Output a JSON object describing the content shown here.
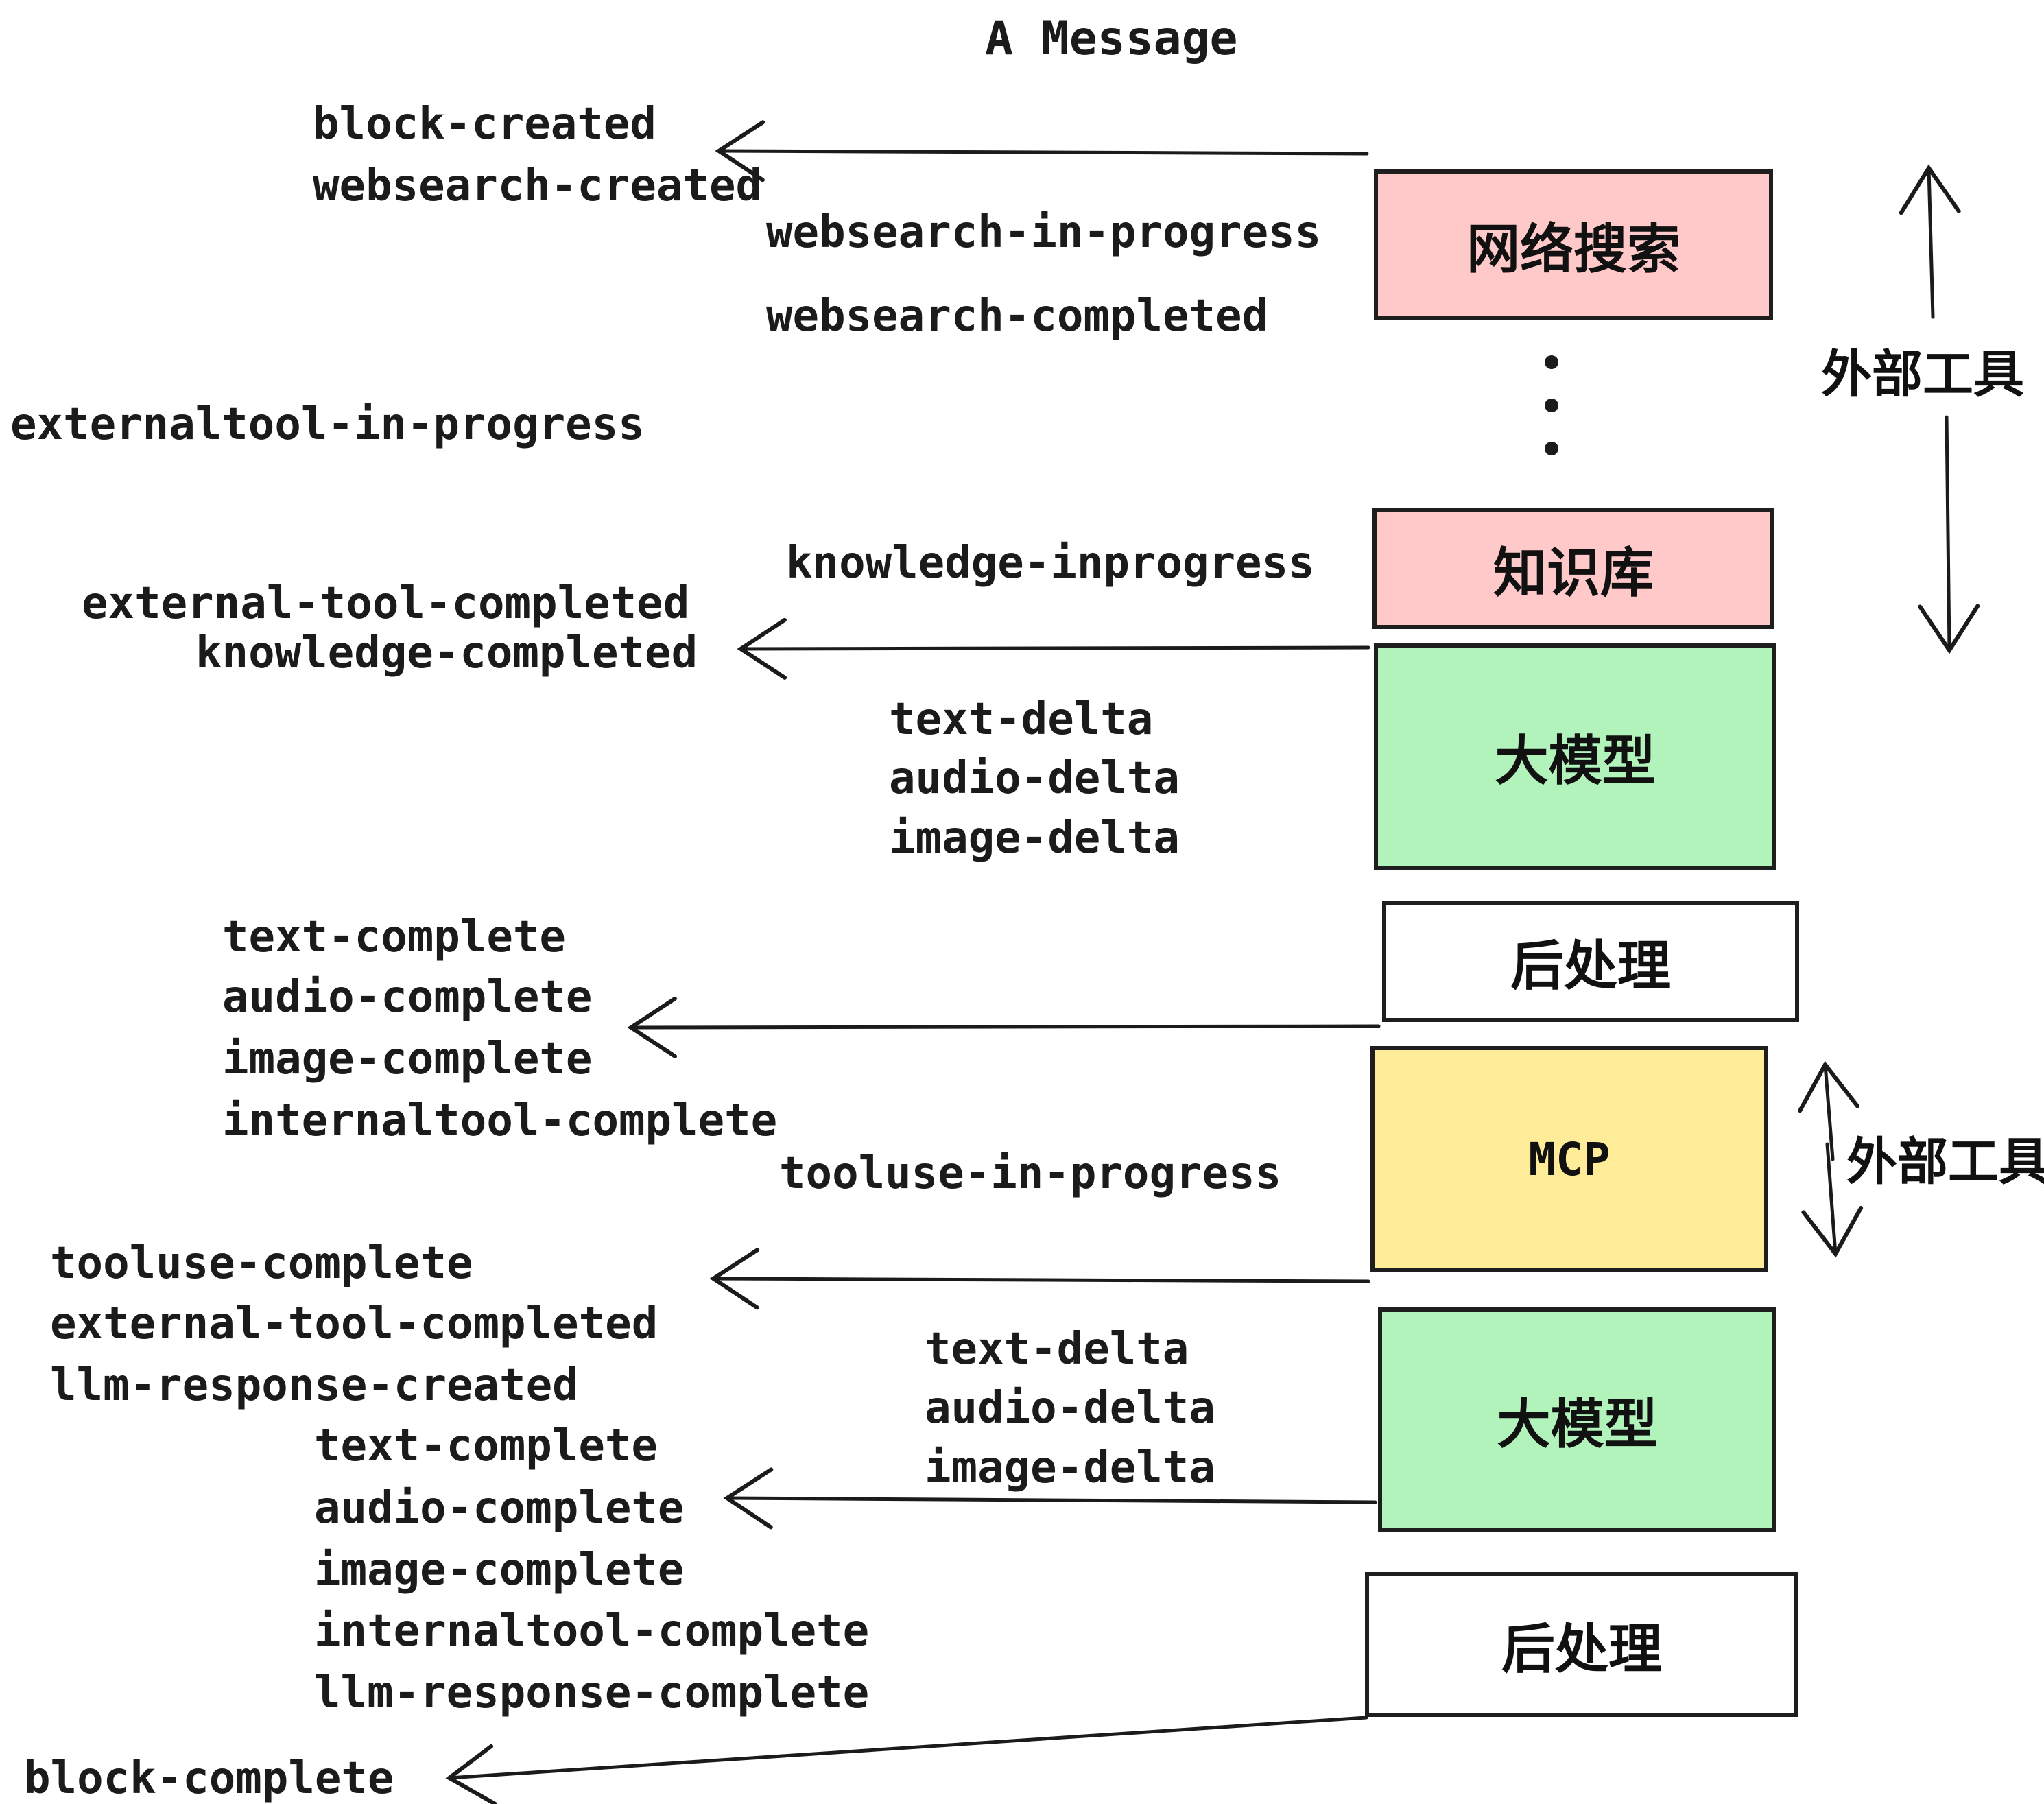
{
  "title": "A Message",
  "boxes": [
    {
      "label": "网络搜索",
      "color": "#ffc9c9"
    },
    {
      "label": "知识库",
      "color": "#ffc9c9"
    },
    {
      "label": "大模型",
      "color": "#b2f2bb"
    },
    {
      "label": "后处理",
      "color": "#ffffff"
    },
    {
      "label": "MCP",
      "color": "#ffec99"
    },
    {
      "label": "大模型",
      "color": "#b2f2bb"
    },
    {
      "label": "后处理",
      "color": "#ffffff"
    }
  ],
  "side_labels": [
    {
      "label": "外部工具"
    },
    {
      "label": "外部工具"
    }
  ],
  "events": [
    {
      "text": "block-created"
    },
    {
      "text": "websearch-created"
    },
    {
      "text": "websearch-in-progress"
    },
    {
      "text": "websearch-completed"
    },
    {
      "text": "externaltool-in-progress"
    },
    {
      "text": "knowledge-inprogress"
    },
    {
      "text": "external-tool-completed"
    },
    {
      "text": "knowledge-completed"
    },
    {
      "text": "text-delta"
    },
    {
      "text": "audio-delta"
    },
    {
      "text": "image-delta"
    },
    {
      "text": "text-complete"
    },
    {
      "text": "audio-complete"
    },
    {
      "text": "image-complete"
    },
    {
      "text": "internaltool-complete"
    },
    {
      "text": "tooluse-in-progress"
    },
    {
      "text": "tooluse-complete"
    },
    {
      "text": "external-tool-completed"
    },
    {
      "text": "llm-response-created"
    },
    {
      "text": "text-complete"
    },
    {
      "text": "audio-complete"
    },
    {
      "text": "image-complete"
    },
    {
      "text": "internaltool-complete"
    },
    {
      "text": "llm-response-complete"
    },
    {
      "text": "block-complete"
    },
    {
      "text": "text-delta"
    },
    {
      "text": "audio-delta"
    },
    {
      "text": "image-delta"
    }
  ],
  "colors": {
    "ink": "#1b1b1b",
    "border": "#1e1e1e",
    "pink": "#ffc9c9",
    "green": "#b2f2bb",
    "yellow": "#ffec99",
    "background": "#ffffff"
  }
}
